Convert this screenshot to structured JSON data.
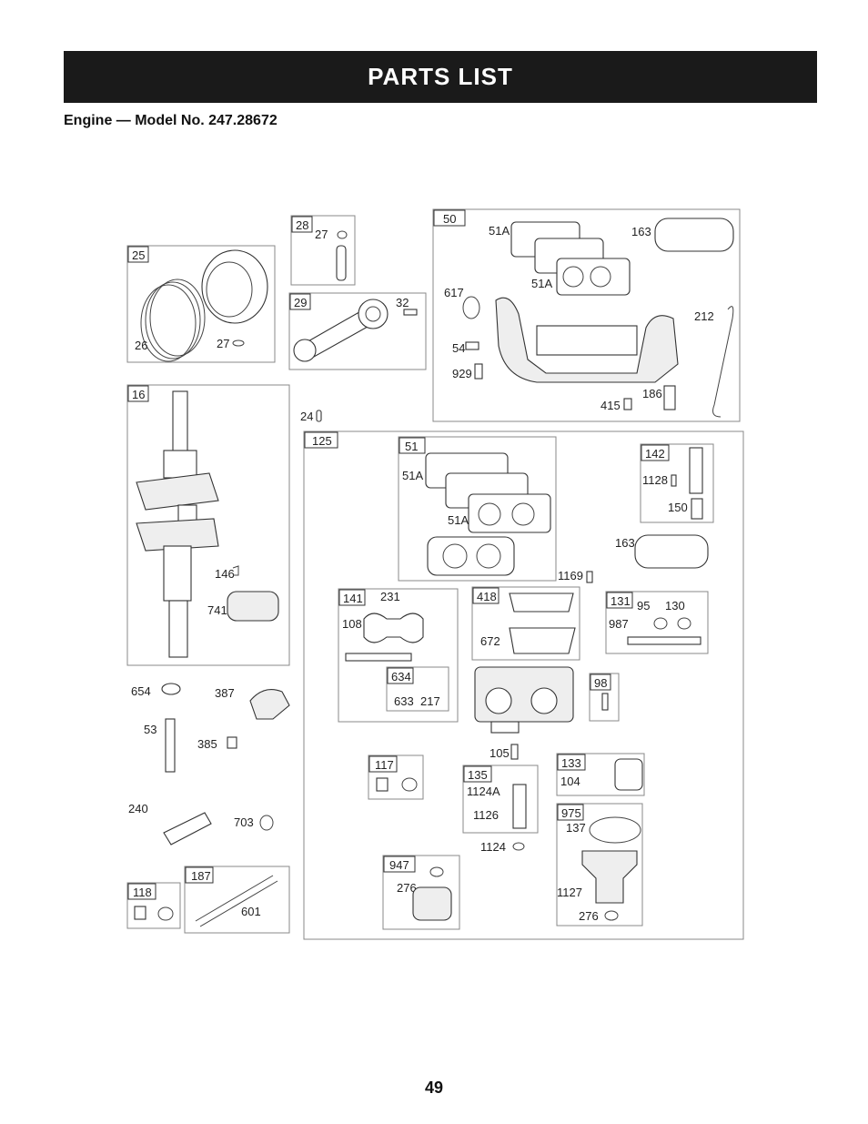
{
  "header": {
    "title": "PARTS LIST"
  },
  "subtitle": "Engine — Model No. 247.28672",
  "page_number": "49",
  "callouts": {
    "c25": "25",
    "c26": "26",
    "c27a": "27",
    "c28": "28",
    "c27b": "27",
    "c29": "29",
    "c32": "32",
    "c50": "50",
    "c51A_1": "51A",
    "c163_1": "163",
    "c51A_2": "51A",
    "c617": "617",
    "c212": "212",
    "c54": "54",
    "c929": "929",
    "c186": "186",
    "c415": "415",
    "c16": "16",
    "c24": "24",
    "c146": "146",
    "c741": "741",
    "c125": "125",
    "c51": "51",
    "c51A_3": "51A",
    "c51A_4": "51A",
    "c142": "142",
    "c1128": "1128",
    "c150": "150",
    "c163_2": "163",
    "c1169": "1169",
    "c141": "141",
    "c231": "231",
    "c108": "108",
    "c418": "418",
    "c672": "672",
    "c131": "131",
    "c95": "95",
    "c130": "130",
    "c987": "987",
    "c634": "634",
    "c633": "633",
    "c217": "217",
    "c98": "98",
    "c654": "654",
    "c387": "387",
    "c53": "53",
    "c385": "385",
    "c105": "105",
    "c117": "117",
    "c133": "133",
    "c104": "104",
    "c135": "135",
    "c1124A": "1124A",
    "c1126": "1126",
    "c975": "975",
    "c137": "137",
    "c240": "240",
    "c703": "703",
    "c1124": "1124",
    "c947": "947",
    "c276a": "276",
    "c187": "187",
    "c1127": "1127",
    "c118": "118",
    "c601": "601",
    "c276b": "276"
  }
}
